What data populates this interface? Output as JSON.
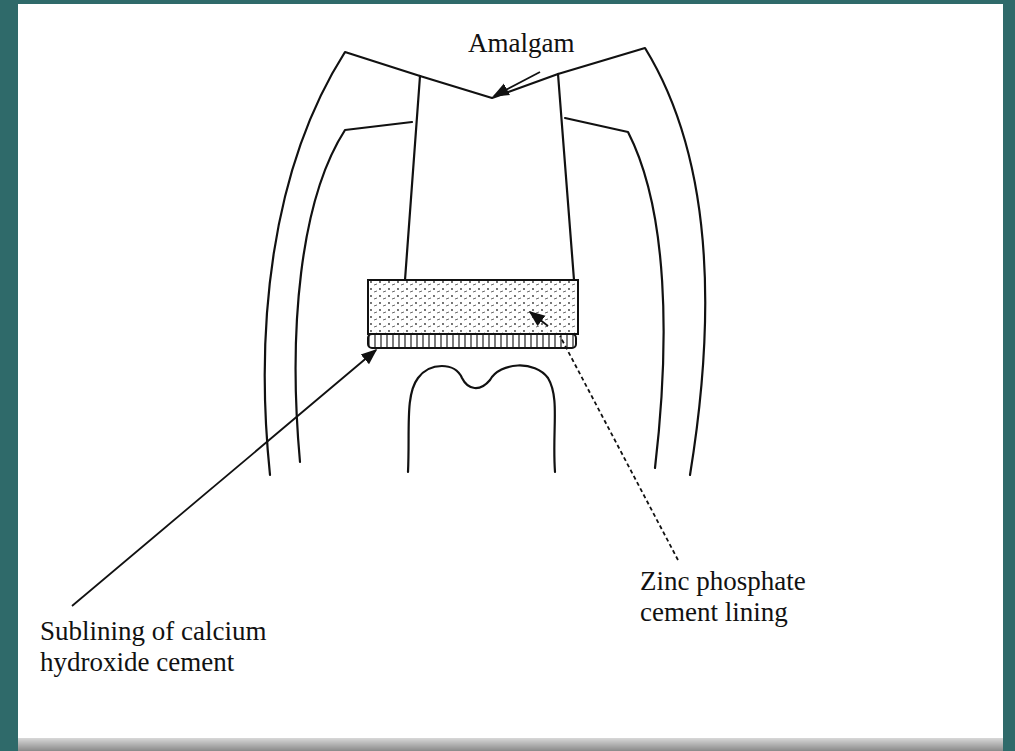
{
  "diagram": {
    "labels": [
      "Amalgam",
      "Sublining of calcium hydroxide cement",
      "Zinc phosphate cement lining"
    ]
  }
}
